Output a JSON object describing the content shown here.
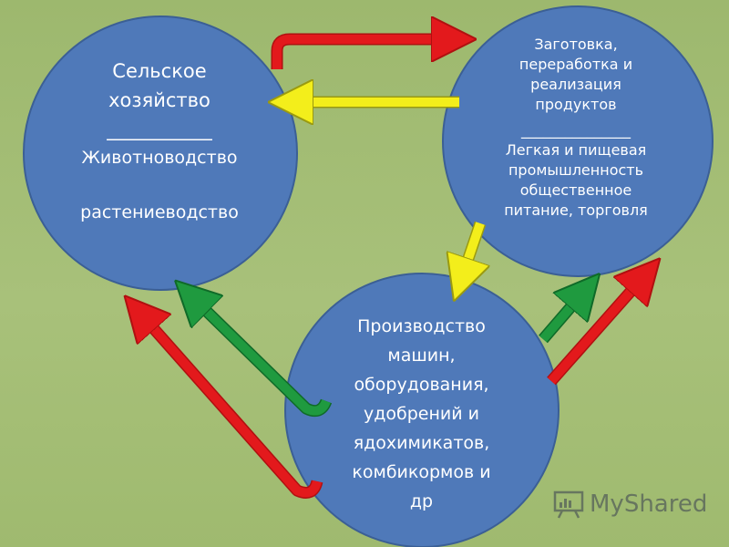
{
  "nodes": {
    "agriculture": {
      "title_lines": [
        "Сельское",
        "хозяйство"
      ],
      "divider": "___________",
      "items": [
        "Животноводство",
        "растениеводство"
      ]
    },
    "processing": {
      "title_lines": [
        "Заготовка,",
        "переработка и",
        "реализация",
        "продуктов"
      ],
      "divider": "_______________",
      "items": [
        "Легкая и пищевая",
        "промышленность",
        "общественное",
        "питание, торговля"
      ]
    },
    "production": {
      "lines": [
        "Производство",
        "машин,",
        "оборудования,",
        "удобрений и",
        "ядохимикатов,",
        "комбикормов и",
        "др"
      ]
    }
  },
  "colors": {
    "circle_fill": "#4f79b9",
    "circle_stroke": "#3b5f95",
    "arrow_red": "#e3191c",
    "arrow_yellow": "#f3ee1b",
    "arrow_green": "#1f9a3f",
    "background": "#a3bd74"
  },
  "watermark": {
    "brand": "MyShared",
    "icon": "presentation-board-icon"
  }
}
